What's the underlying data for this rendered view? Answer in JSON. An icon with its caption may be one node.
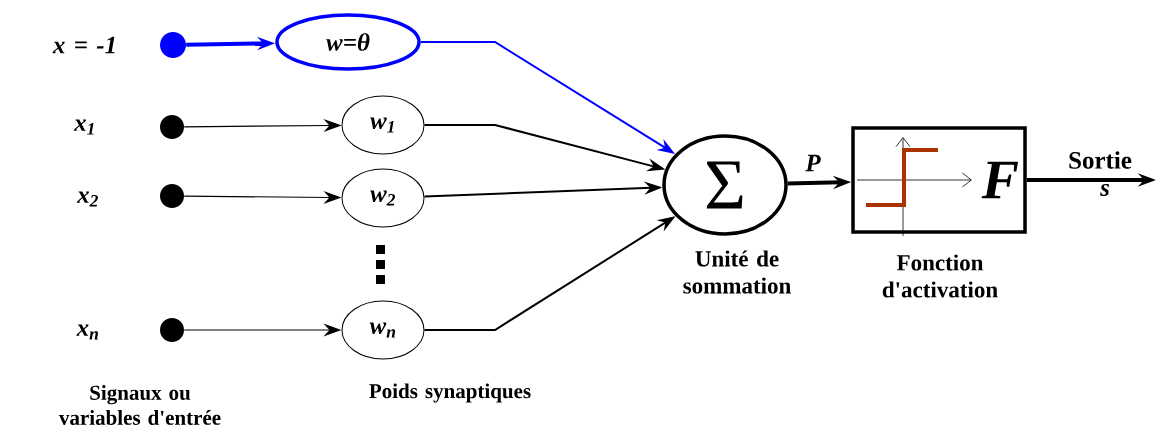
{
  "diagram": {
    "nodes": [
      {
        "text": [],
        "shape": "circle",
        "beside": [
          "x = -1"
        ]
      },
      {
        "text": [],
        "shape": "circle",
        "beside": [
          "x$_{1}$"
        ]
      },
      {
        "text": [],
        "shape": "circle",
        "beside": [
          "x$_{2}$"
        ]
      },
      {
        "text": [],
        "shape": "circle",
        "beside": [
          "x$_{n}$"
        ]
      },
      {
        "text": [
          "w=θ"
        ]
      },
      {
        "text": [
          "w$_{1}$"
        ]
      },
      {
        "text": [
          "w$_{2}$"
        ]
      },
      {
        "text": [
          "w$_{n}$"
        ]
      },
      {
        "text": [
          "Σ"
        ],
        "beside": [
          "Unité de sommation"
        ]
      },
      {
        "text": [
          "F"
        ],
        "beside": [
          "Fonction d'activation"
        ]
      }
    ],
    "edges": [
      {
        "from": 0,
        "to": 4,
        "arrow": "to",
        "style": "thick",
        "color": "#0000ff"
      },
      {
        "from": 1,
        "to": 5,
        "arrow": "to"
      },
      {
        "from": 2,
        "to": 6,
        "arrow": "to"
      },
      {
        "from": 3,
        "to": 7,
        "arrow": "to"
      },
      {
        "from": 4,
        "to": 8,
        "arrow": "to",
        "color": "#0000ff"
      },
      {
        "from": 5,
        "to": 8,
        "arrow": "to"
      },
      {
        "from": 6,
        "to": 8,
        "arrow": "to"
      },
      {
        "from": 7,
        "to": 8,
        "arrow": "to"
      },
      {
        "from": 8,
        "to": 9,
        "arrow": "to",
        "style": "thick",
        "label": "P"
      },
      {
        "from": 9,
        "to": null,
        "arrow": "to",
        "style": "thick",
        "label": "Sortie"
      }
    ],
    "labels": [
      "s",
      "Signaux ou variables d'entrée",
      "Poids synaptiques"
    ]
  }
}
